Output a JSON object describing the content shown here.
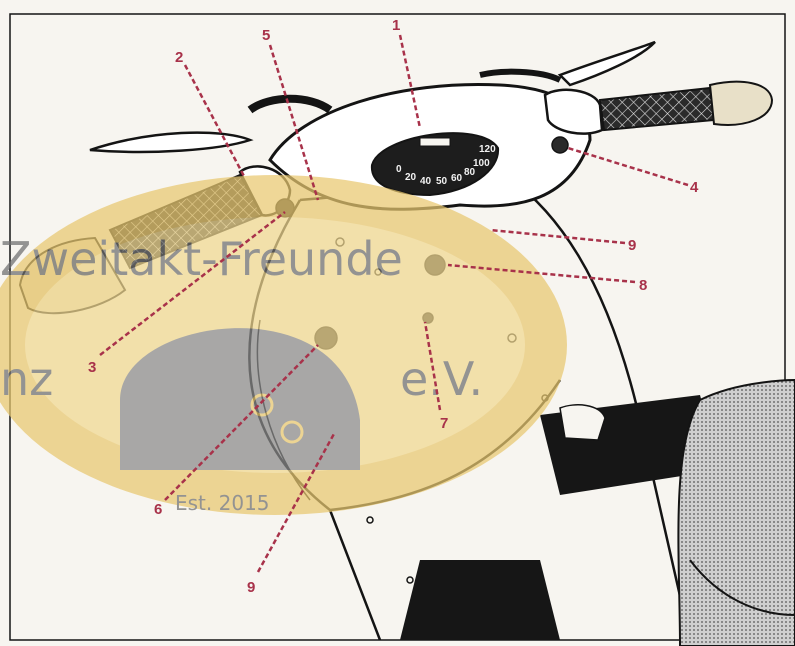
{
  "colors": {
    "paper": "#f7f5f0",
    "ink": "#141414",
    "callout": "#a8324a",
    "watermark_fill": "#e9c870",
    "watermark_text": "#6e6e6e"
  },
  "speedometer": {
    "scale": [
      "0",
      "20",
      "40",
      "50",
      "60",
      "80",
      "100",
      "120"
    ]
  },
  "watermark": {
    "line1": "Zweitakt-Freunde",
    "line2_left": "nz",
    "line2_right": "e.V.",
    "founded": "Est. 2015"
  },
  "callouts": [
    "1",
    "2",
    "3",
    "4",
    "5",
    "6",
    "7",
    "8",
    "9",
    "9"
  ]
}
